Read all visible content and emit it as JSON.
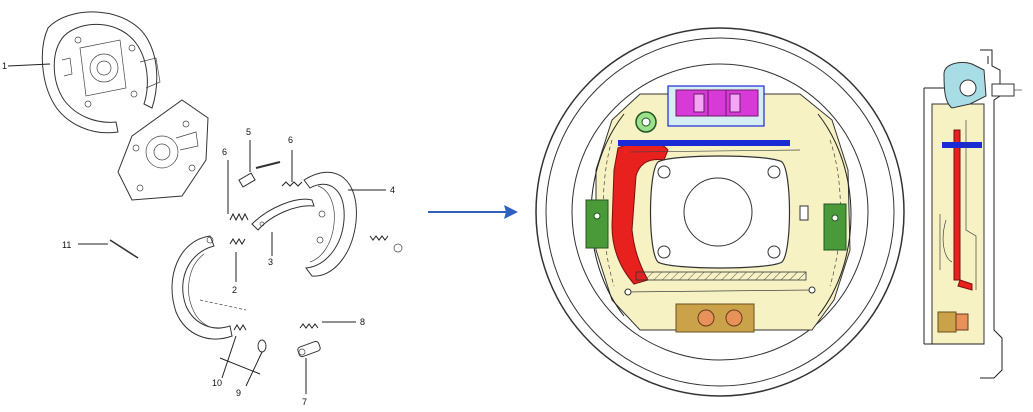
{
  "exploded_view": {
    "callouts": [
      "1",
      "2",
      "3",
      "4",
      "5",
      "6",
      "6",
      "7",
      "8",
      "9",
      "10",
      "11"
    ]
  },
  "assembled_view": {
    "colors": {
      "backing_plate": "#f6f2c4",
      "shoe_lining": "#4a9a3a",
      "lever": "#e8201e",
      "strut": "#1a2bd6",
      "wheel_cylinder": "#d83ad8",
      "adjuster_block": "#c9a24a",
      "adjuster_pins": "#e8925a",
      "section_bracket": "#a8dde6"
    }
  },
  "arrow_color": "#2f5fbf"
}
